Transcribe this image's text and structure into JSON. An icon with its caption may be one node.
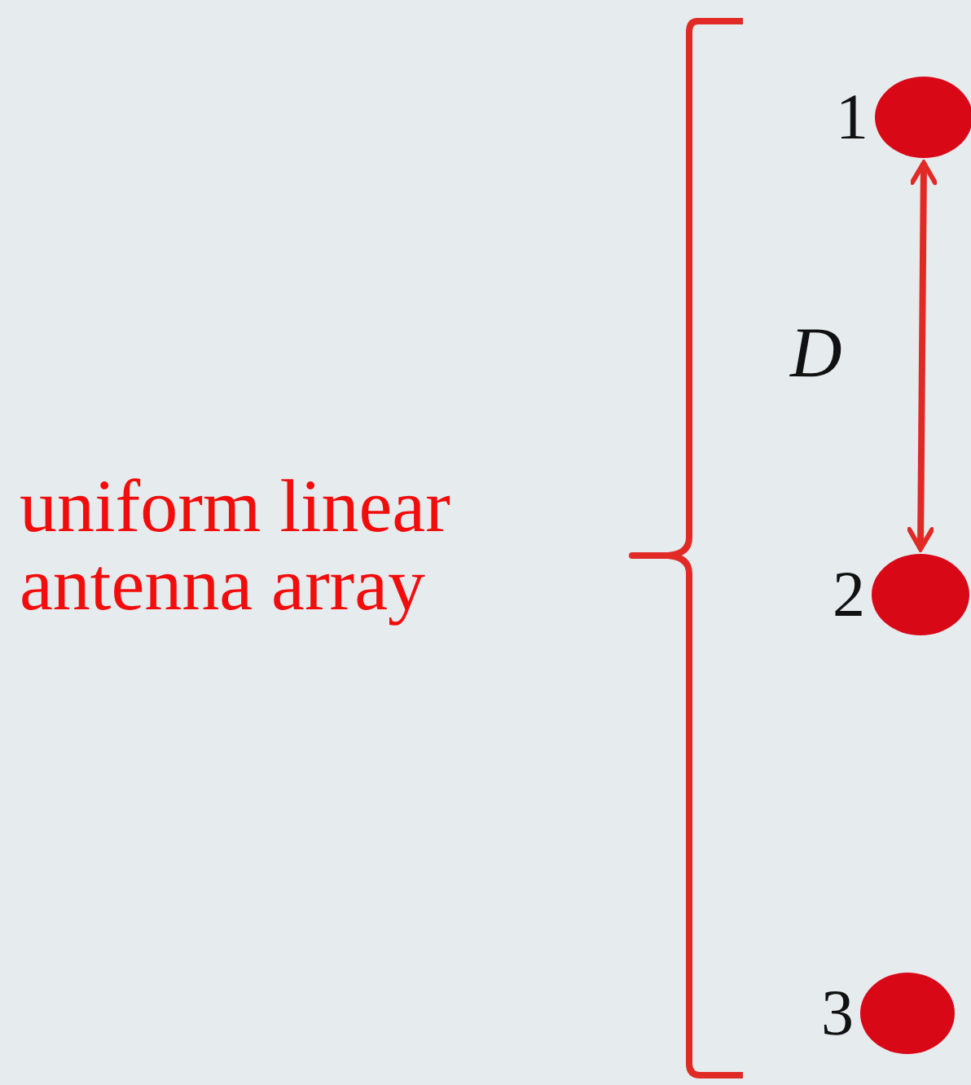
{
  "diagram": {
    "nodes": [
      {
        "text": [],
        "shape": "circle",
        "beside": [
          "1"
        ]
      },
      {
        "text": [],
        "shape": "circle",
        "beside": [
          "2"
        ]
      },
      {
        "text": [],
        "shape": "circle",
        "beside": [
          "3"
        ]
      }
    ],
    "edges": [
      {
        "from": 0,
        "to": 1,
        "arrow": "both"
      }
    ],
    "labels": [
      "D",
      "uniform linear antenna array"
    ]
  }
}
